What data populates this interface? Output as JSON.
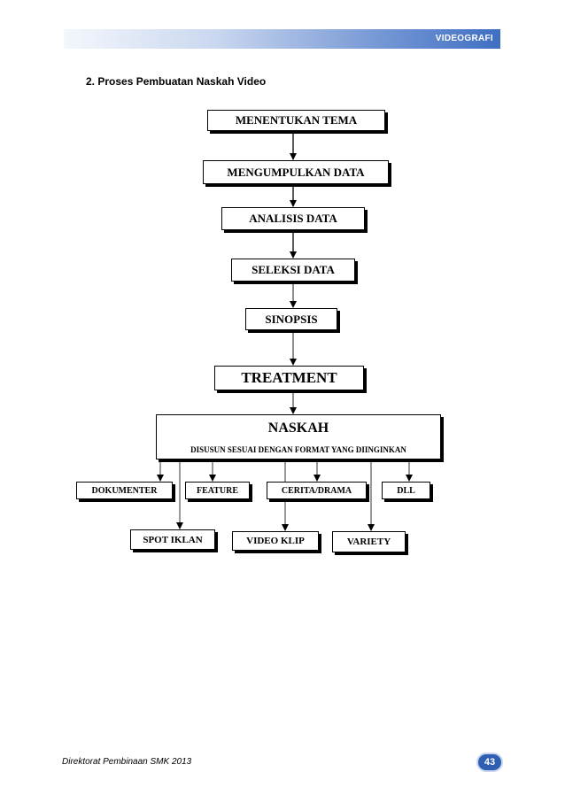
{
  "header": {
    "title": "VIDEOGRAFI"
  },
  "section": {
    "title": "2.   Proses Pembuatan Naskah Video"
  },
  "flow": {
    "steps": [
      "MENENTUKAN TEMA",
      "MENGUMPULKAN DATA",
      "ANALISIS DATA",
      "SELEKSI DATA",
      "SINOPSIS",
      "TREATMENT"
    ],
    "naskah": {
      "title": "NASKAH",
      "subtitle": "DISUSUN SESUAI DENGAN FORMAT YANG DIINGINKAN"
    },
    "formats_row1": [
      "DOKUMENTER",
      "FEATURE",
      "CERITA/DRAMA",
      "DLL"
    ],
    "formats_row2": [
      "SPOT IKLAN",
      "VIDEO KLIP",
      "VARIETY"
    ]
  },
  "footer": {
    "text": "Direktorat Pembinaan SMK 2013",
    "page_number": "43"
  }
}
